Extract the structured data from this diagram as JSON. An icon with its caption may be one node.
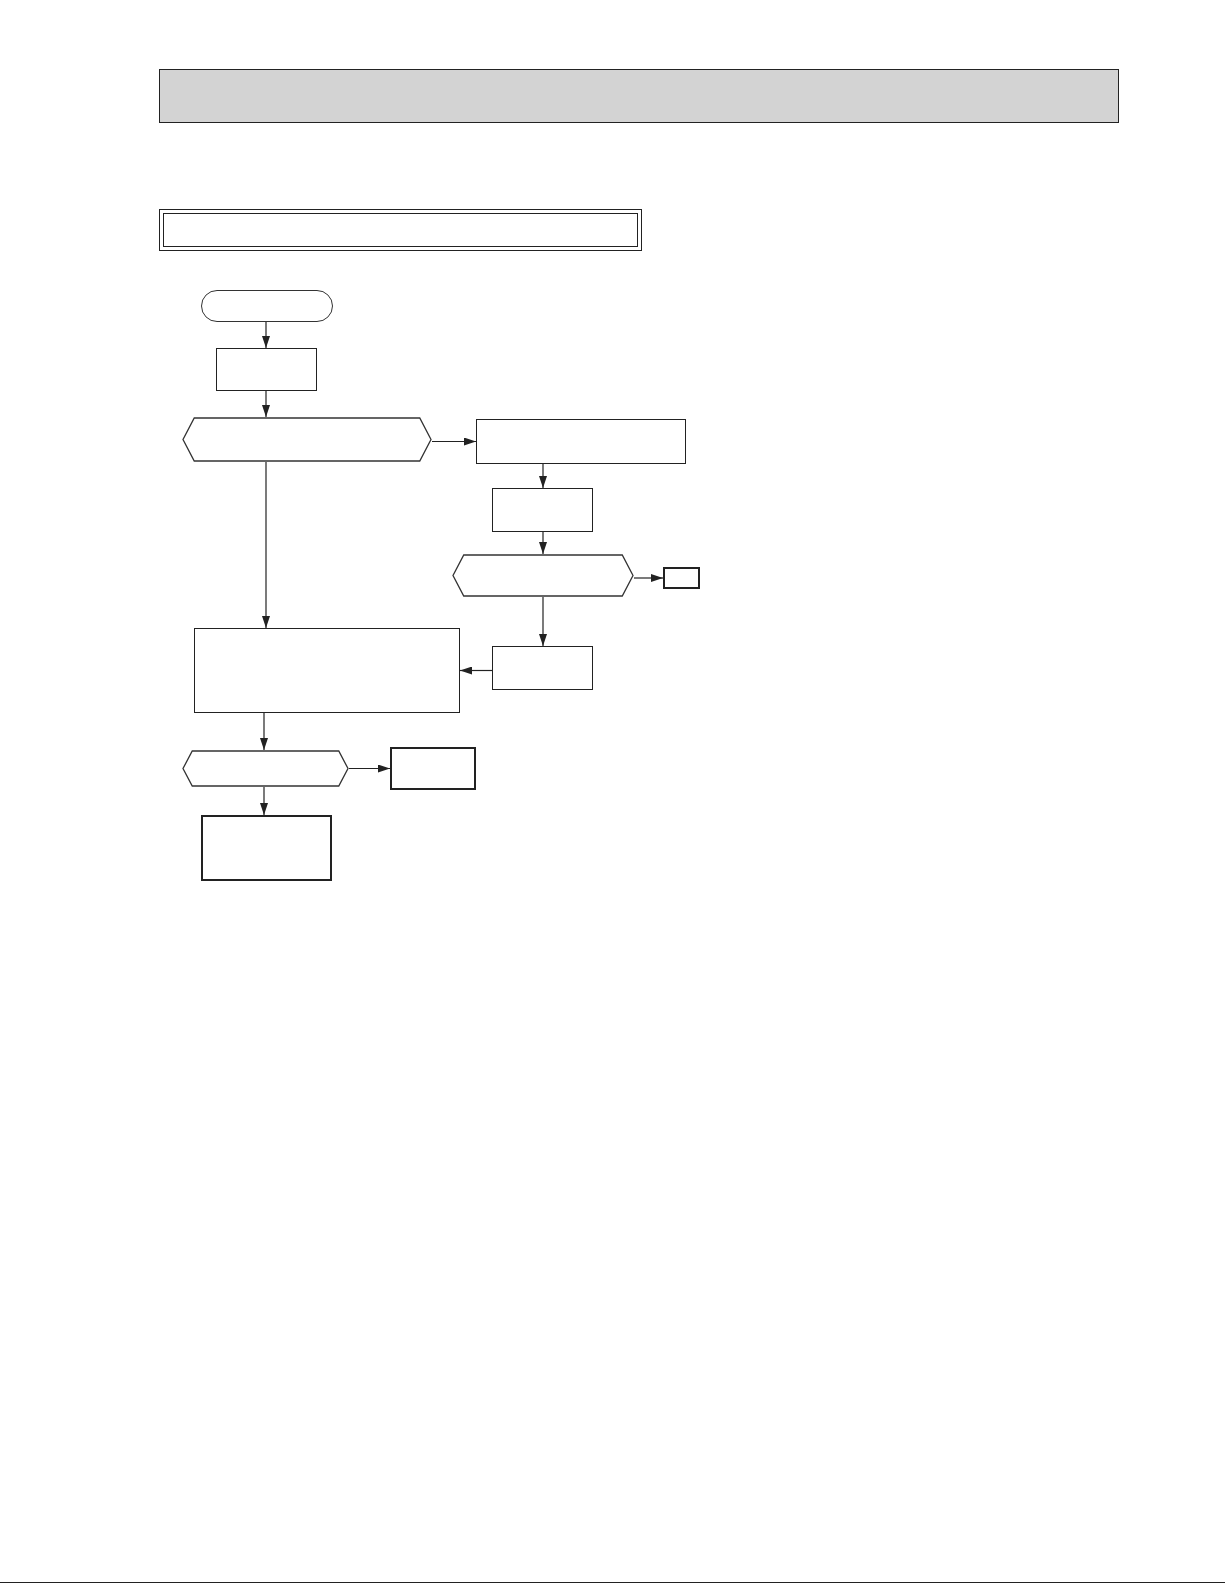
{
  "diagram": {
    "nodes": [
      {
        "text": [],
        "shape": "terminal"
      },
      {
        "text": [],
        "shape": "box"
      },
      {
        "text": [],
        "shape": "hexagon"
      },
      {
        "text": [],
        "shape": "box"
      },
      {
        "text": [],
        "shape": "box"
      },
      {
        "text": [],
        "shape": "hexagon"
      },
      {
        "text": [],
        "shape": "box"
      },
      {
        "text": [],
        "shape": "box"
      },
      {
        "text": [],
        "shape": "box"
      },
      {
        "text": [],
        "shape": "hexagon"
      },
      {
        "text": [],
        "shape": "box"
      },
      {
        "text": [],
        "shape": "box"
      }
    ],
    "edges": [
      {
        "from": 0,
        "to": 1,
        "arrow": "to"
      },
      {
        "from": 1,
        "to": 2,
        "arrow": "to"
      },
      {
        "from": 2,
        "to": 3,
        "arrow": "to"
      },
      {
        "from": 2,
        "to": 7,
        "arrow": "to"
      },
      {
        "from": 3,
        "to": 4,
        "arrow": "to"
      },
      {
        "from": 4,
        "to": 5,
        "arrow": "to"
      },
      {
        "from": 5,
        "to": 6,
        "arrow": "to"
      },
      {
        "from": 5,
        "to": 8,
        "arrow": "to"
      },
      {
        "from": 8,
        "to": 7,
        "arrow": "to"
      },
      {
        "from": 7,
        "to": 9,
        "arrow": "to"
      },
      {
        "from": 9,
        "to": 10,
        "arrow": "to"
      },
      {
        "from": 9,
        "to": 11,
        "arrow": "to"
      }
    ]
  }
}
